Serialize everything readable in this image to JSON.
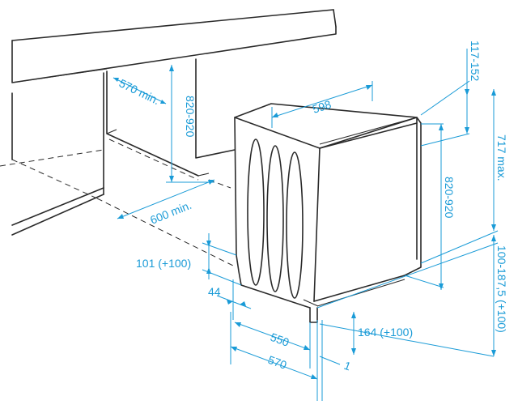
{
  "colors": {
    "dimension": "#1a9bd7",
    "line": "#2a2a2a",
    "background": "#ffffff"
  },
  "labels": {
    "niche_depth": "570 min.",
    "niche_height": "820-920",
    "niche_width": "600 min.",
    "appliance_width": "598",
    "appliance_height": "820-920",
    "countertop_gap": "117-152",
    "max_height": "717 max.",
    "plinth_height": "100-187,5 (+100)",
    "plinth_offset": "101 (+100)",
    "toe_gap": "44",
    "door_depth": "550",
    "total_depth": "570",
    "door_thickness": "1",
    "plinth_range": "164 (+100)"
  }
}
